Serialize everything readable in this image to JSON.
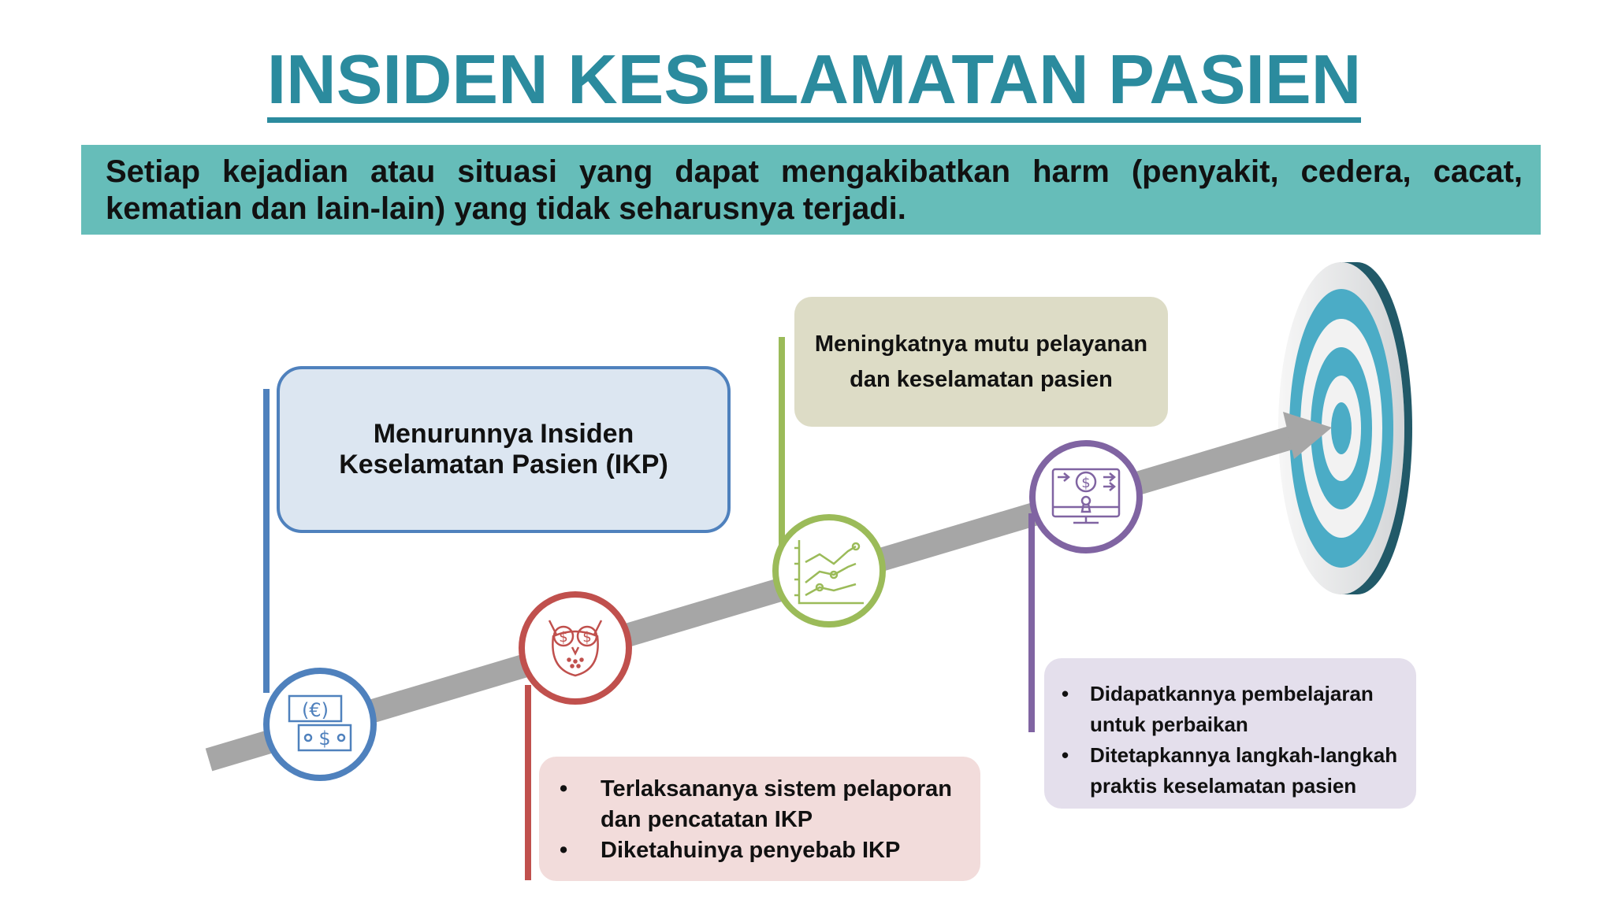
{
  "title": "INSIDEN KESELAMATAN PASIEN",
  "definition": "Setiap kejadian atau situasi yang dapat mengakibatkan harm (penyakit, cedera, cacat, kematian dan lain-lain) yang tidak seharusnya terjadi.",
  "steps": [
    {
      "text_lines": [
        "Menurunnya Insiden",
        "Keselamatan Pasien (IKP)"
      ],
      "color": "#4f81bd",
      "box_color": "#dce6f1",
      "icon": "money-exchange-icon"
    },
    {
      "bullets": [
        "Terlaksananya sistem pelaporan dan pencatatan IKP",
        "Diketahuinya penyebab IKP"
      ],
      "color": "#c0504d",
      "box_color": "#f2dcdb",
      "icon": "owl-dollar-icon"
    },
    {
      "text_lines": [
        "Meningkatnya mutu pelayanan",
        "dan keselamatan pasien"
      ],
      "color": "#9bbb59",
      "box_color": "#dddcc6",
      "icon": "growth-chart-icon"
    },
    {
      "bullets": [
        "Didapatkannya pembelajaran untuk perbaikan",
        "Ditetapkannya langkah-langkah praktis keselamatan pasien"
      ],
      "color": "#8064a2",
      "box_color": "#e4dfec",
      "icon": "secure-payment-monitor-icon"
    }
  ],
  "target": {
    "icon": "target-icon",
    "ring_color": "#4bacc6",
    "rim_color": "#215968"
  },
  "arrow_color": "#a6a6a6"
}
